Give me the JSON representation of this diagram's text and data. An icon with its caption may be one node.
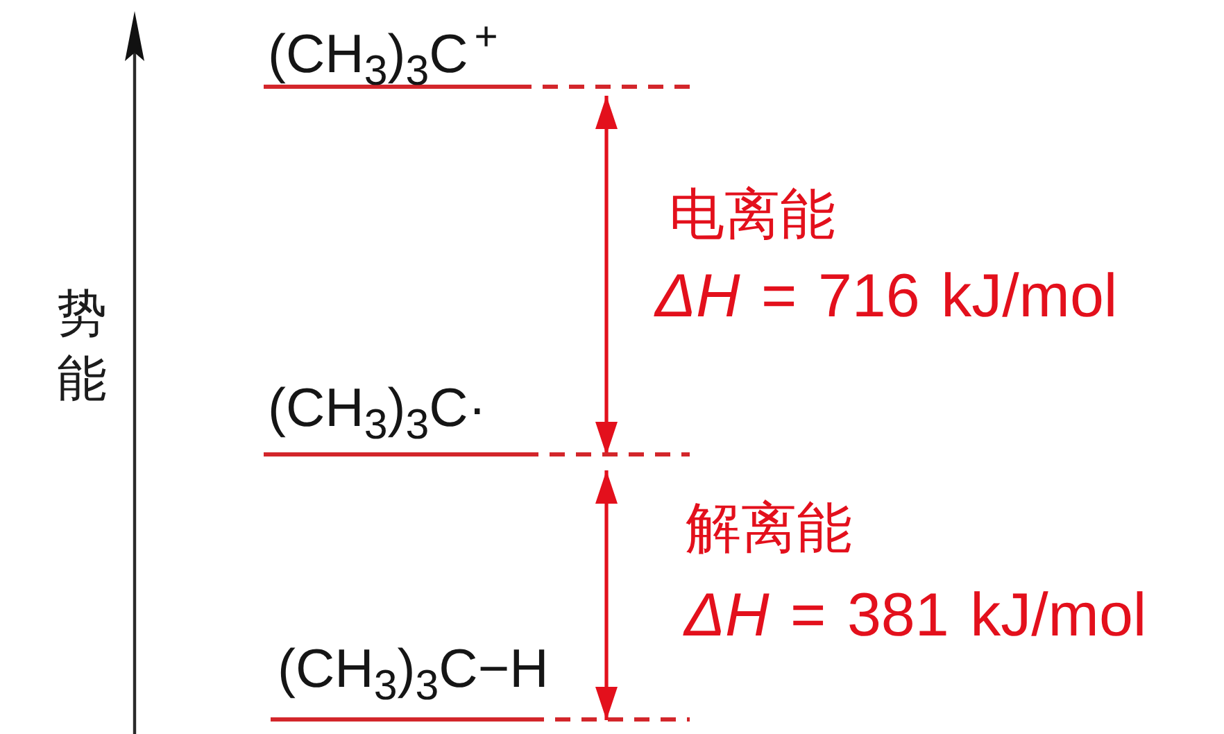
{
  "diagram": {
    "nodes": [
      {
        "text": [
          "(CH$_{3}$)$_{3}$C$^{+}$"
        ]
      },
      {
        "text": [
          "(CH$_{3}$)$_{3}$C·"
        ]
      },
      {
        "text": [
          "(CH$_{3}$)$_{3}$C−H"
        ]
      }
    ],
    "edges": [
      {
        "from": 0,
        "to": 1,
        "arrow": "both"
      },
      {
        "from": 1,
        "to": 2,
        "arrow": "both"
      }
    ],
    "labels": [
      "势能",
      "电离能",
      "*ΔH* = 716 kJ/mol",
      "解离能",
      "*ΔH* = 381 kJ/mol"
    ]
  }
}
